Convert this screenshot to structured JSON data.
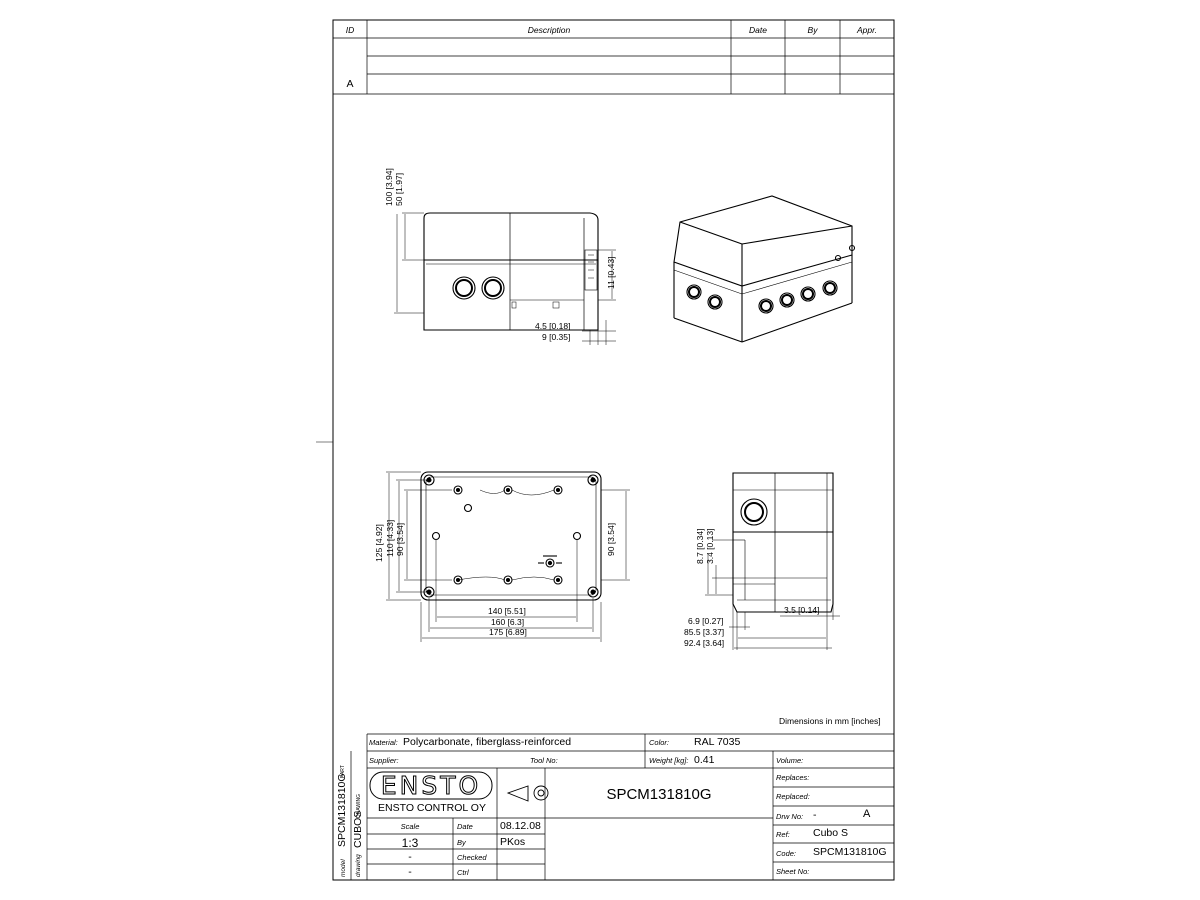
{
  "revision_table": {
    "headers": {
      "id": "ID",
      "description": "Description",
      "date": "Date",
      "by": "By",
      "appr": "Appr."
    },
    "revisions": [
      {
        "id": "A",
        "description": "",
        "date": "",
        "by": "",
        "appr": ""
      }
    ]
  },
  "dimensions_note": "Dimensions in mm [inches]",
  "dimensions": {
    "side_height_total": "100  [3.94]",
    "side_height_lid": "50  [1.97]",
    "side_clearance": "11  [0.43]",
    "side_offset_a": "4.5  [0.18]",
    "side_offset_b": "9  [0.35]",
    "bottom_height_outer": "125  [4.92]",
    "bottom_height_mid": "110  [4.33]",
    "bottom_height_inner": "90  [3.54]",
    "bottom_height_right": "90  [3.54]",
    "bottom_width_inner": "140  [5.51]",
    "bottom_width_mid": "160  [6.3]",
    "bottom_width_outer": "175  [6.89]",
    "end_height_a": "8.7  [0.34]",
    "end_height_b": "3.4  [0.13]",
    "end_offset": "3.5  [0.14]",
    "end_width_a": "6.9  [0.27]",
    "end_width_b": "85.5  [3.37]",
    "end_width_c": "92.4  [3.64]"
  },
  "title_block": {
    "material_label": "Material:",
    "material_value": "Polycarbonate, fiberglass-reinforced",
    "color_label": "Color:",
    "color_value": "RAL 7035",
    "supplier_label": "Supplier:",
    "tool_no_label": "Tool No:",
    "weight_label": "Weight [kg]:",
    "weight_value": "0.41",
    "volume_label": "Volume:",
    "logo_text": "ENSTO",
    "company": "ENSTO CONTROL OY",
    "part_number": "SPCM131810G",
    "replaces_label": "Replaces:",
    "replaced_label": "Replaced:",
    "drw_no_label": "Drw No:",
    "drw_no_value": "-",
    "drw_rev": "A",
    "ref_label": "Ref:",
    "ref_value": "Cubo S",
    "code_label": "Code:",
    "code_value": "SPCM131810G",
    "sheet_no_label": "Sheet No:",
    "scale_label": "Scale",
    "scale_value": "1:3",
    "scale_dash_1": "-",
    "scale_dash_2": "-",
    "date_label": "Date",
    "date_value": "08.12.08",
    "by_label": "By",
    "by_value": "PKos",
    "checked_label": "Checked",
    "ctrl_label": "Ctrl",
    "side_part_value": "SPCM131810G",
    "side_part_label": "PART",
    "side_drawing_value": "CUBOS",
    "side_drawing_label": "DRAWING",
    "side_model_label": "model",
    "side_drawing_small": "drawing"
  }
}
